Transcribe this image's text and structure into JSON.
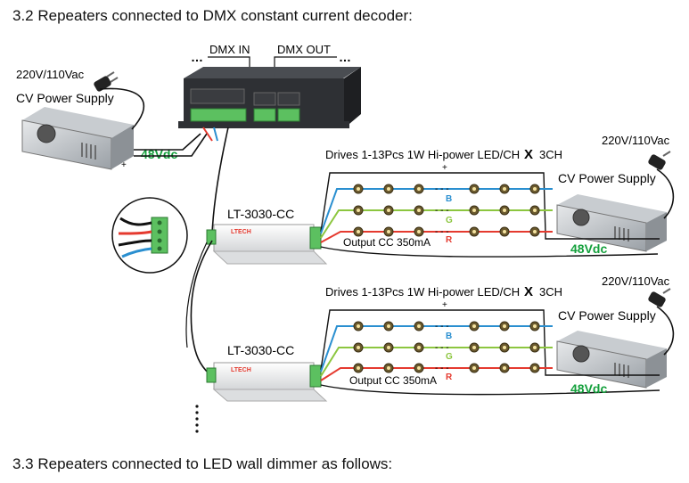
{
  "headings": {
    "section_3_2": "3.2 Repeaters connected to DMX constant current decoder:",
    "section_3_3": "3.3 Repeaters connected to LED wall dimmer as follows:"
  },
  "dmx_box": {
    "dmx_in_label": "DMX IN",
    "dmx_out_label": "DMX OUT"
  },
  "power_supply_left": {
    "voltage": "220V/110Vac",
    "name": "CV Power Supply",
    "output": "48Vdc"
  },
  "repeater_1": {
    "model": "LT-3030-CC",
    "brand": "LTECH",
    "drives": "Drives 1-13Pcs 1W Hi-power LED/CH",
    "multiplier": "X",
    "channels": "3CH",
    "output": "Output CC 350mA",
    "supply_voltage": "220V/110Vac",
    "supply_name": "CV Power Supply",
    "supply_output": "48Vdc"
  },
  "repeater_2": {
    "model": "LT-3030-CC",
    "brand": "LTECH",
    "drives": "Drives 1-13Pcs 1W Hi-power LED/CH",
    "multiplier": "X",
    "channels": "3CH",
    "output": "Output CC 350mA",
    "supply_voltage": "220V/110Vac",
    "supply_name": "CV Power Supply",
    "supply_output": "48Vdc"
  },
  "channel_labels": [
    "B",
    "G",
    "R"
  ],
  "colors": {
    "blue_wire": "#2a8fd0",
    "green_wire": "#8cc63f",
    "red_wire": "#e53a2f",
    "green_text": "#14a03c",
    "terminal_green": "#5cc060"
  }
}
